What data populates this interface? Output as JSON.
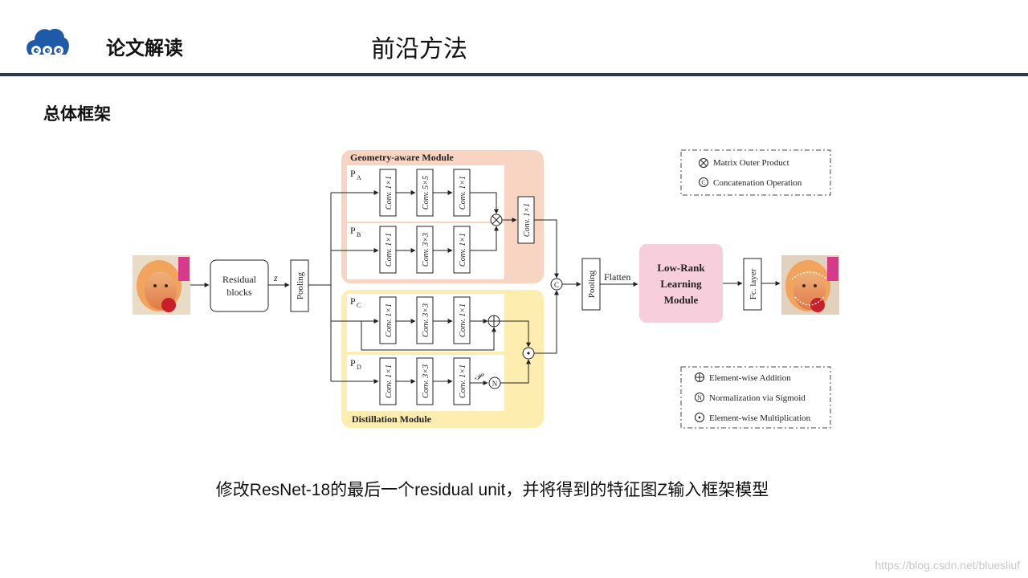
{
  "header": {
    "logo_icon": "cloud-swirl-logo-icon",
    "title": "论文解读",
    "section": "前沿方法",
    "rule_color": "#2b3a4f",
    "logo_color": "#1e5aa8"
  },
  "subtitle": "总体框架",
  "diagram": {
    "modules": {
      "geometry": "Geometry-aware Module",
      "distillation": "Distillation Module",
      "low_rank_line1": "Low-Rank",
      "low_rank_line2": "Learning",
      "low_rank_line3": "Module"
    },
    "colors": {
      "geometry_bg": "#f8d5c2",
      "distillation_bg": "#fdeeb0",
      "low_rank_bg": "#f7cfdc"
    },
    "residual_line1": "Residual",
    "residual_line2": "blocks",
    "z_symbol": "z",
    "pooling": "Pooling",
    "flatten": "Flatten",
    "fc_layer": "Fc. layer",
    "branches": {
      "pa": "A",
      "pb": "B",
      "pc": "C",
      "pd": "D",
      "p": "P"
    },
    "convs": {
      "c1x1": "Conv. 1×1",
      "c5x5": "Conv. 5×5",
      "c3x3": "Conv. 3×3"
    },
    "p_symbol": "𝒫",
    "legend_top": [
      {
        "symbol": "⊗",
        "label": "Matrix Outer Product"
      },
      {
        "symbol": "Ⓒ",
        "label": "Concatenation Operation"
      }
    ],
    "legend_bottom": [
      {
        "symbol": "⊕",
        "label": "Element-wise Addition"
      },
      {
        "symbol": "Ⓝ",
        "label": "Normalization via Sigmoid"
      },
      {
        "symbol": "⊙",
        "label": "Element-wise Multiplication"
      }
    ]
  },
  "caption": "修改ResNet-18的最后一个residual unit，并将得到的特征图Z输入框架模型",
  "watermark": "https://blog.csdn.net/bluesliuf"
}
